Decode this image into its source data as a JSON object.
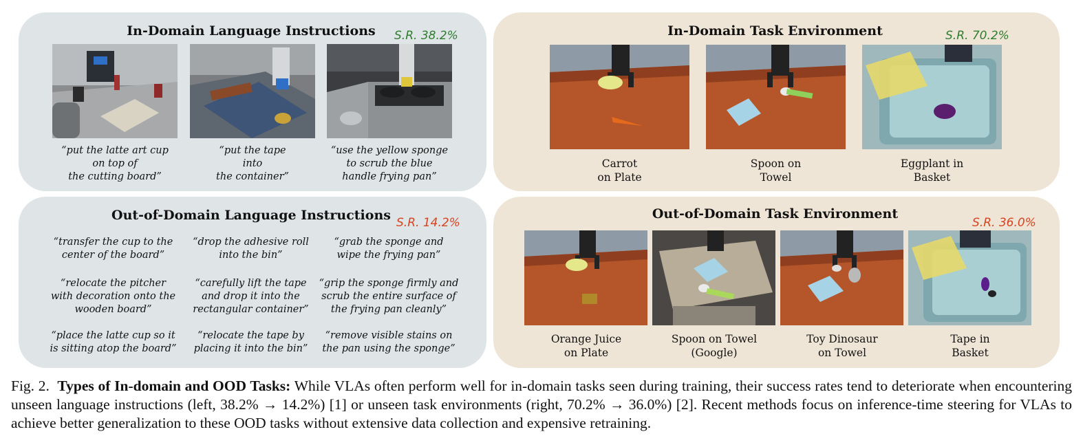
{
  "panels": {
    "id_lang": {
      "title": "In-Domain Language Instructions",
      "sr": "S.R. 38.2%",
      "quotes": [
        "“put the latte art cup\non top of\nthe cutting board”",
        "“put the tape\ninto\nthe container”",
        "“use the yellow sponge\nto scrub the blue\nhandle frying pan”"
      ]
    },
    "id_env": {
      "title": "In-Domain Task Environment",
      "sr": "S.R. 70.2%",
      "labels": [
        "Carrot\non Plate",
        "Spoon on\nTowel",
        "Eggplant in\nBasket"
      ]
    },
    "ood_lang": {
      "title": "Out-of-Domain Language Instructions",
      "sr": "S.R. 14.2%",
      "quotes": [
        "“transfer the cup to the\ncenter of the board”",
        "“drop the adhesive roll\ninto the bin”",
        "“grab the sponge and\nwipe the frying pan”",
        "“relocate the pitcher\nwith decoration onto the\nwooden board”",
        "“carefully lift the tape\nand drop it into the\nrectangular container”",
        "“grip the sponge firmly and\nscrub the entire surface of\nthe frying pan cleanly”",
        "“place the latte cup so it\nis sitting atop the board”",
        "“relocate the tape by\nplacing it into the bin”",
        "“remove visible stains on\nthe pan using the sponge”"
      ]
    },
    "ood_env": {
      "title": "Out-of-Domain Task Environment",
      "sr": "S.R. 36.0%",
      "labels": [
        "Orange Juice\non Plate",
        "Spoon on Towel\n(Google)",
        "Toy Dinosaur\non Towel",
        "Tape in\nBasket"
      ]
    }
  },
  "caption": {
    "fig": "Fig. 2.",
    "bold": "Types of In-domain and OOD Tasks:",
    "text": "While VLAs often perform well for in-domain tasks seen during training, their success rates tend to deteriorate when encountering unseen language instructions (left, 38.2% → 14.2%) [1] or unseen task environments (right, 70.2% → 36.0%) [2]. Recent methods focus on inference-time steering for VLAs to achieve better generalization to these OOD tasks without extensive data collection and expensive retraining."
  },
  "colors": {
    "sr_in_domain": "#2e7d2e",
    "sr_ood": "#d8431f",
    "panel_language": "#dfe5e7",
    "panel_environment": "#efe5d6"
  }
}
